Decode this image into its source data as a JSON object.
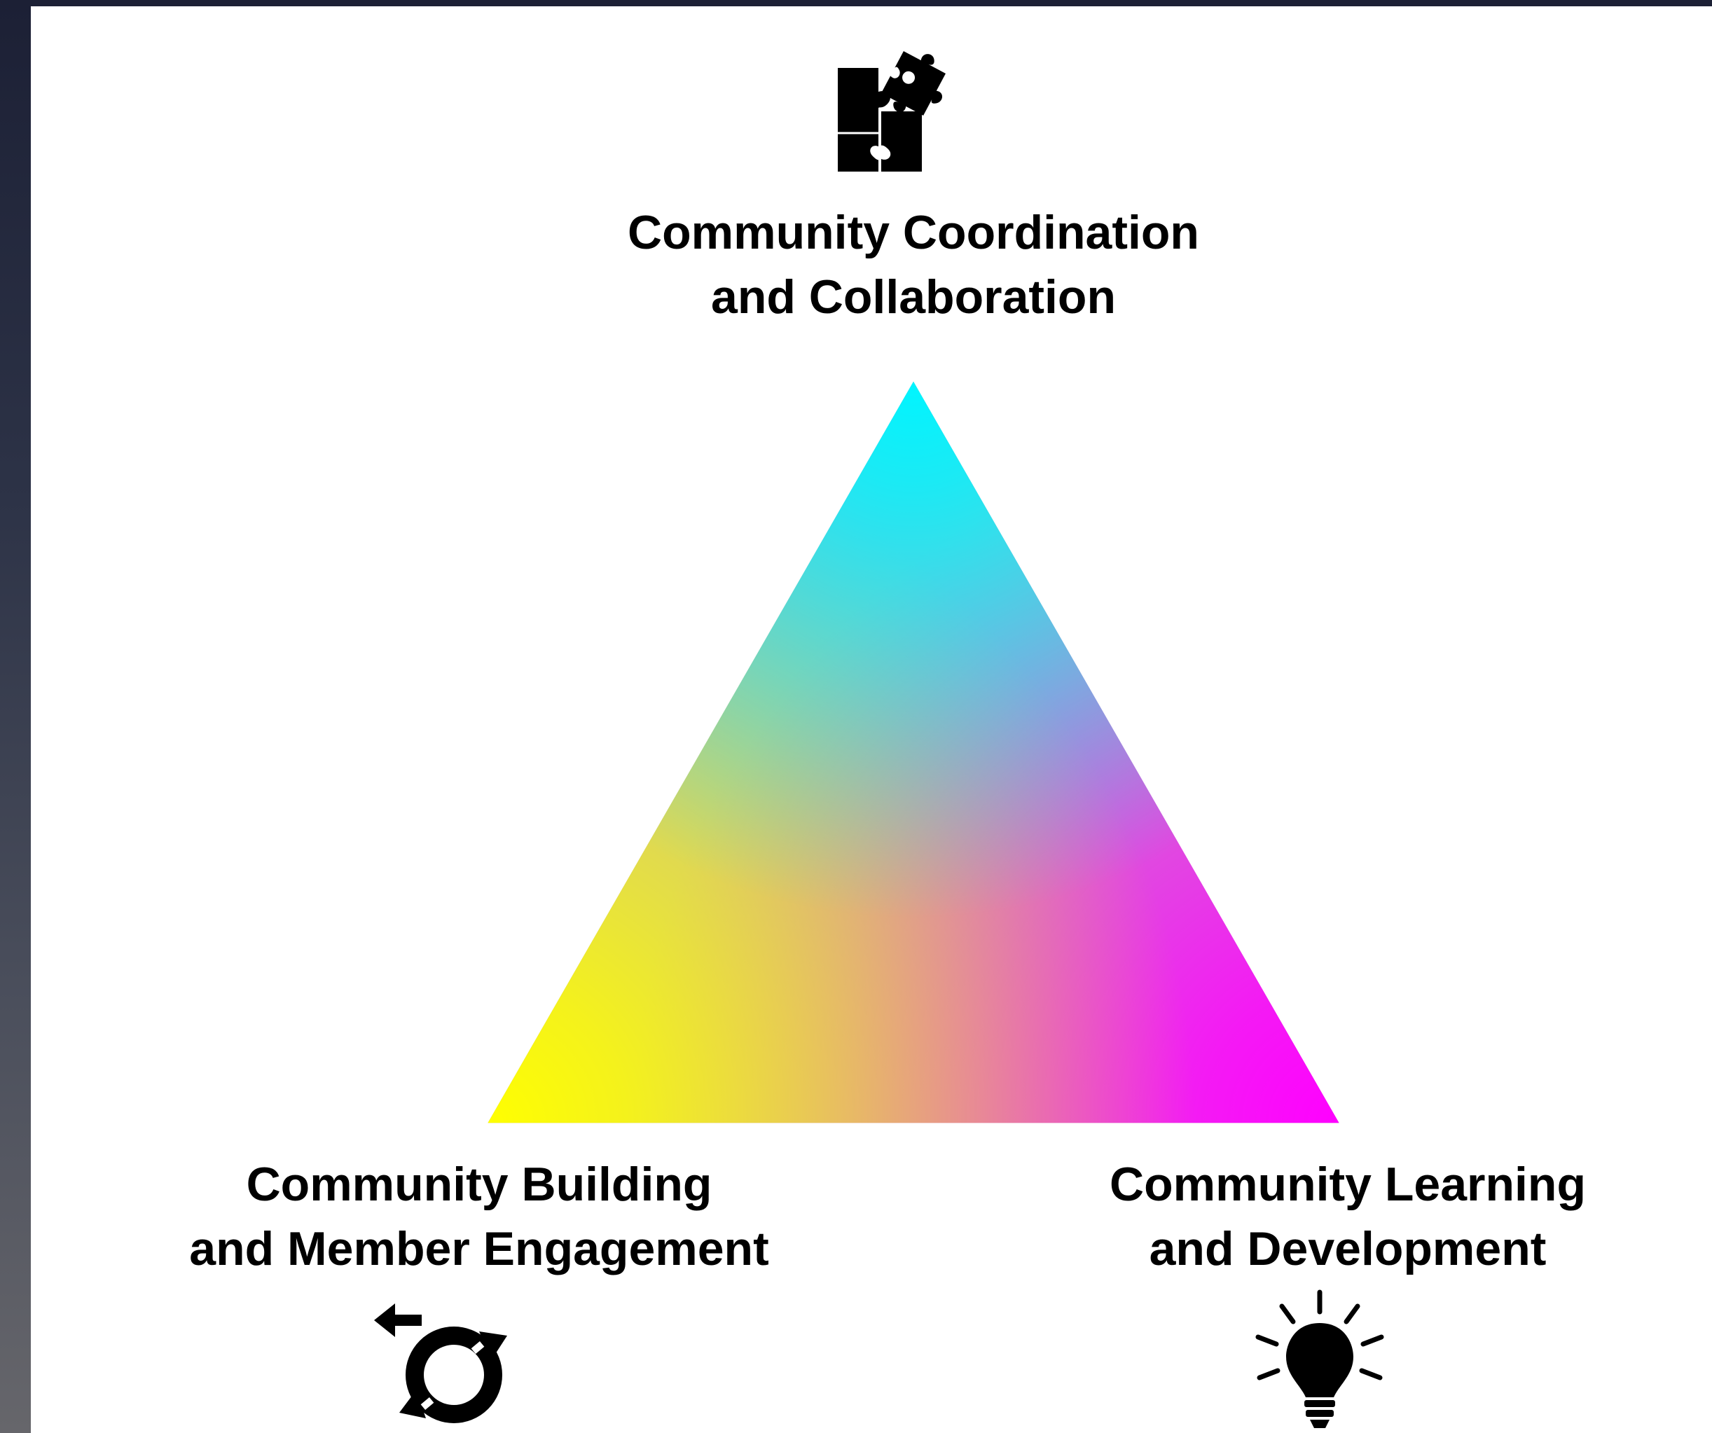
{
  "diagram": {
    "top": {
      "line1": "Community Coordination",
      "line2": "and Collaboration",
      "icon": "puzzle-icon",
      "color": "#00f5ff"
    },
    "bottom_left": {
      "line1": "Community Building",
      "line2": "and Member Engagement",
      "icon": "cycle-arrows-icon",
      "color": "#ffff00"
    },
    "bottom_right": {
      "line1": "Community Learning",
      "line2": "and Development",
      "icon": "lightbulb-icon",
      "color": "#ff00ff"
    }
  }
}
